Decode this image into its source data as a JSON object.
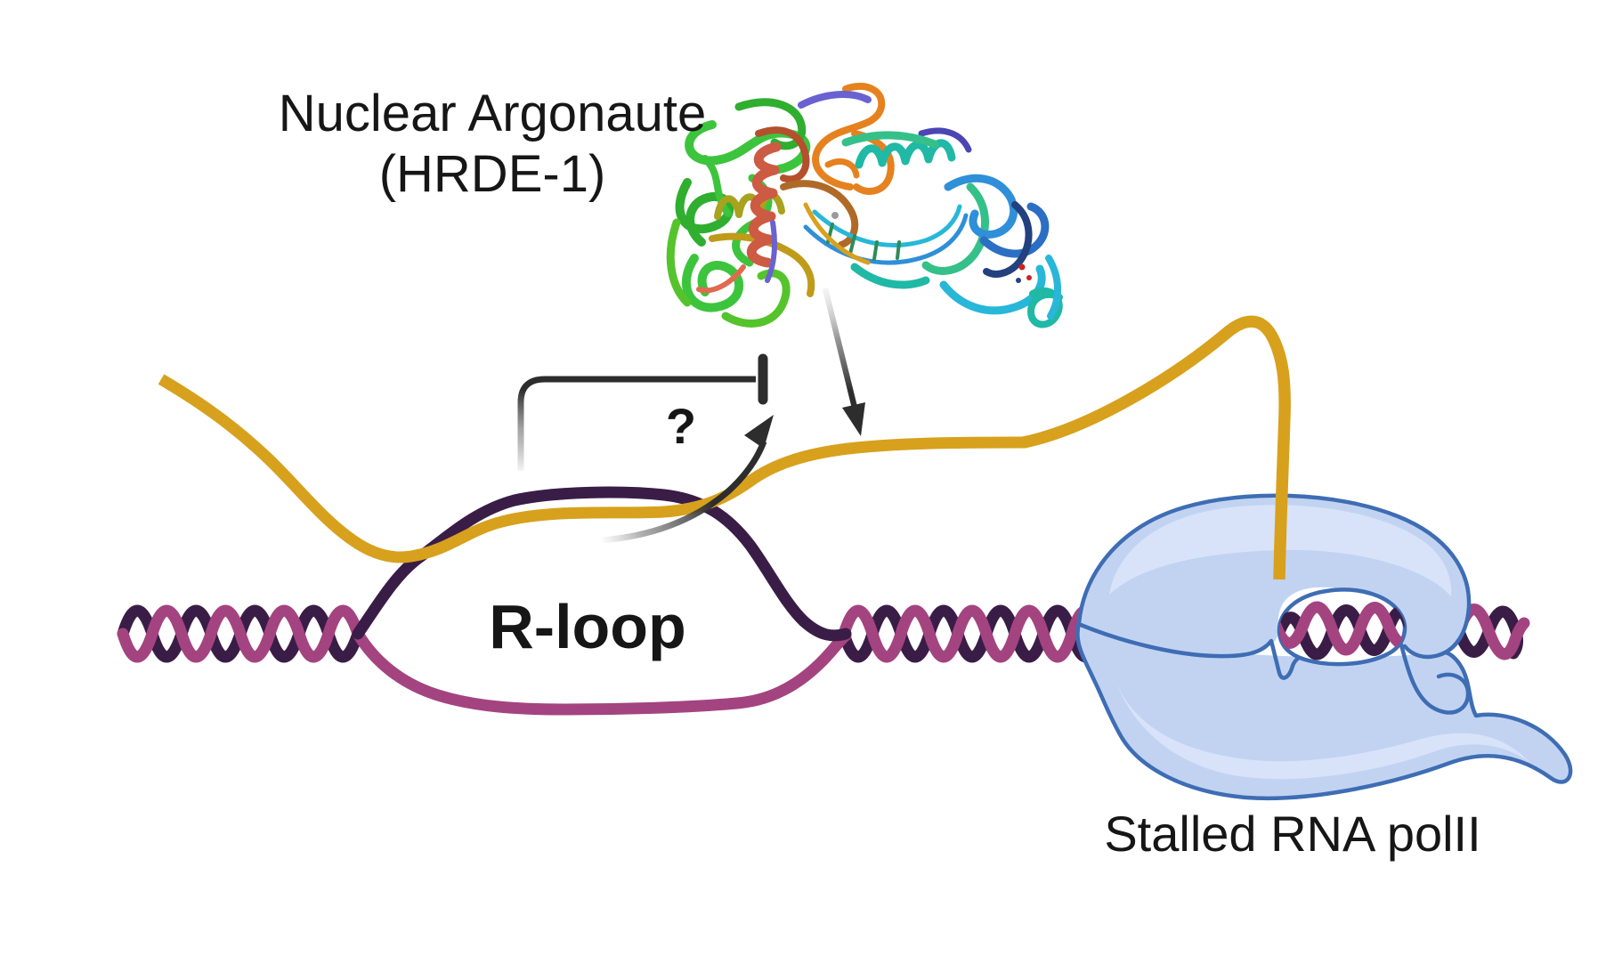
{
  "title_label": {
    "line1": "Nuclear Argonaute",
    "line2": "(HRDE-1)"
  },
  "rloop_label": "R-loop",
  "polii_label": "Stalled RNA polII",
  "question_mark": "?",
  "colors": {
    "rna_strand": "#D7A11D",
    "dna_strand_dark": "#3A1D47",
    "dna_strand_magenta": "#A34480",
    "polymerase_fill": "#C2D3F2",
    "polymerase_highlight": "#D8E3F9",
    "polymerase_outline": "#3E6DB4",
    "arrow_color": "#2D2D2D",
    "label_color": "#161616",
    "background": "#FFFFFF"
  }
}
